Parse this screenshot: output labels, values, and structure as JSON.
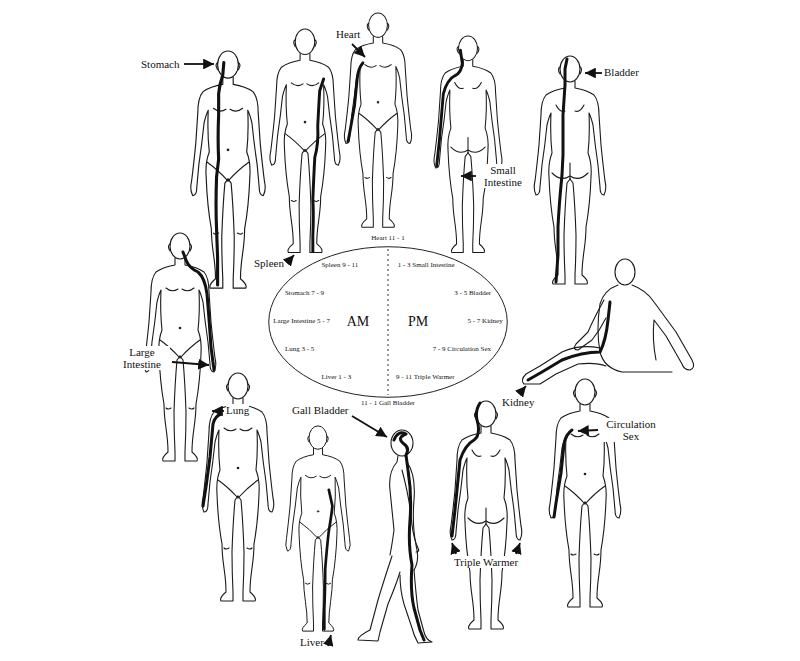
{
  "diagram": {
    "nodes": [
      {
        "text": [
          "AM",
          "PM"
        ]
      }
    ],
    "labels": [
      "Stomach",
      "Heart",
      "Bladder",
      "Small Intestine",
      "Spleen",
      "Heart 11 - 1",
      "Spleen 9 - 11",
      "1 - 3 Small Intestine",
      "Stomach 7 - 9",
      "3 - 5 Bladder",
      "Large Intestine 5 - 7",
      "5 - 7 Kidney",
      "Lung 3 - 5",
      "7 - 9 Circulation Sex",
      "Liver 1 - 3",
      "9 - 11 Triple Warmer",
      "11 - 1 Gall Bladder",
      "Large Intestine",
      "Kidney",
      "Lung",
      "Gall Bladder",
      "Circulation Sex",
      "Triple Warmer",
      "Liver"
    ]
  }
}
